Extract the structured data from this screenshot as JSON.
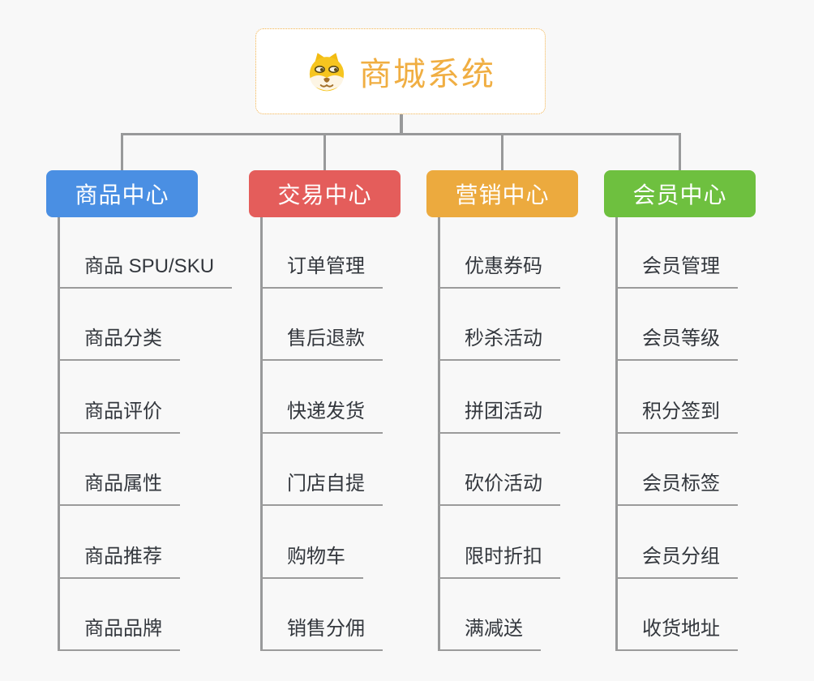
{
  "root": {
    "title": "商城系统",
    "icon": "dog-face-icon",
    "border_color": "#f2b24c",
    "title_color": "#f0ae42"
  },
  "connector_color": "#98999a",
  "underline_color": "#9b9b9b",
  "background_color": "#f8f8f8",
  "branches": [
    {
      "label": "商品中心",
      "color": "#4a8fe3",
      "items": [
        "商品 SPU/SKU",
        "商品分类",
        "商品评价",
        "商品属性",
        "商品推荐",
        "商品品牌"
      ]
    },
    {
      "label": "交易中心",
      "color": "#e45d5b",
      "items": [
        "订单管理",
        "售后退款",
        "快递发货",
        "门店自提",
        "购物车",
        "销售分佣"
      ]
    },
    {
      "label": "营销中心",
      "color": "#ecaa3e",
      "items": [
        "优惠券码",
        "秒杀活动",
        "拼团活动",
        "砍价活动",
        "限时折扣",
        "满减送"
      ]
    },
    {
      "label": "会员中心",
      "color": "#6ec03f",
      "items": [
        "会员管理",
        "会员等级",
        "积分签到",
        "会员标签",
        "会员分组",
        "收货地址"
      ]
    }
  ]
}
